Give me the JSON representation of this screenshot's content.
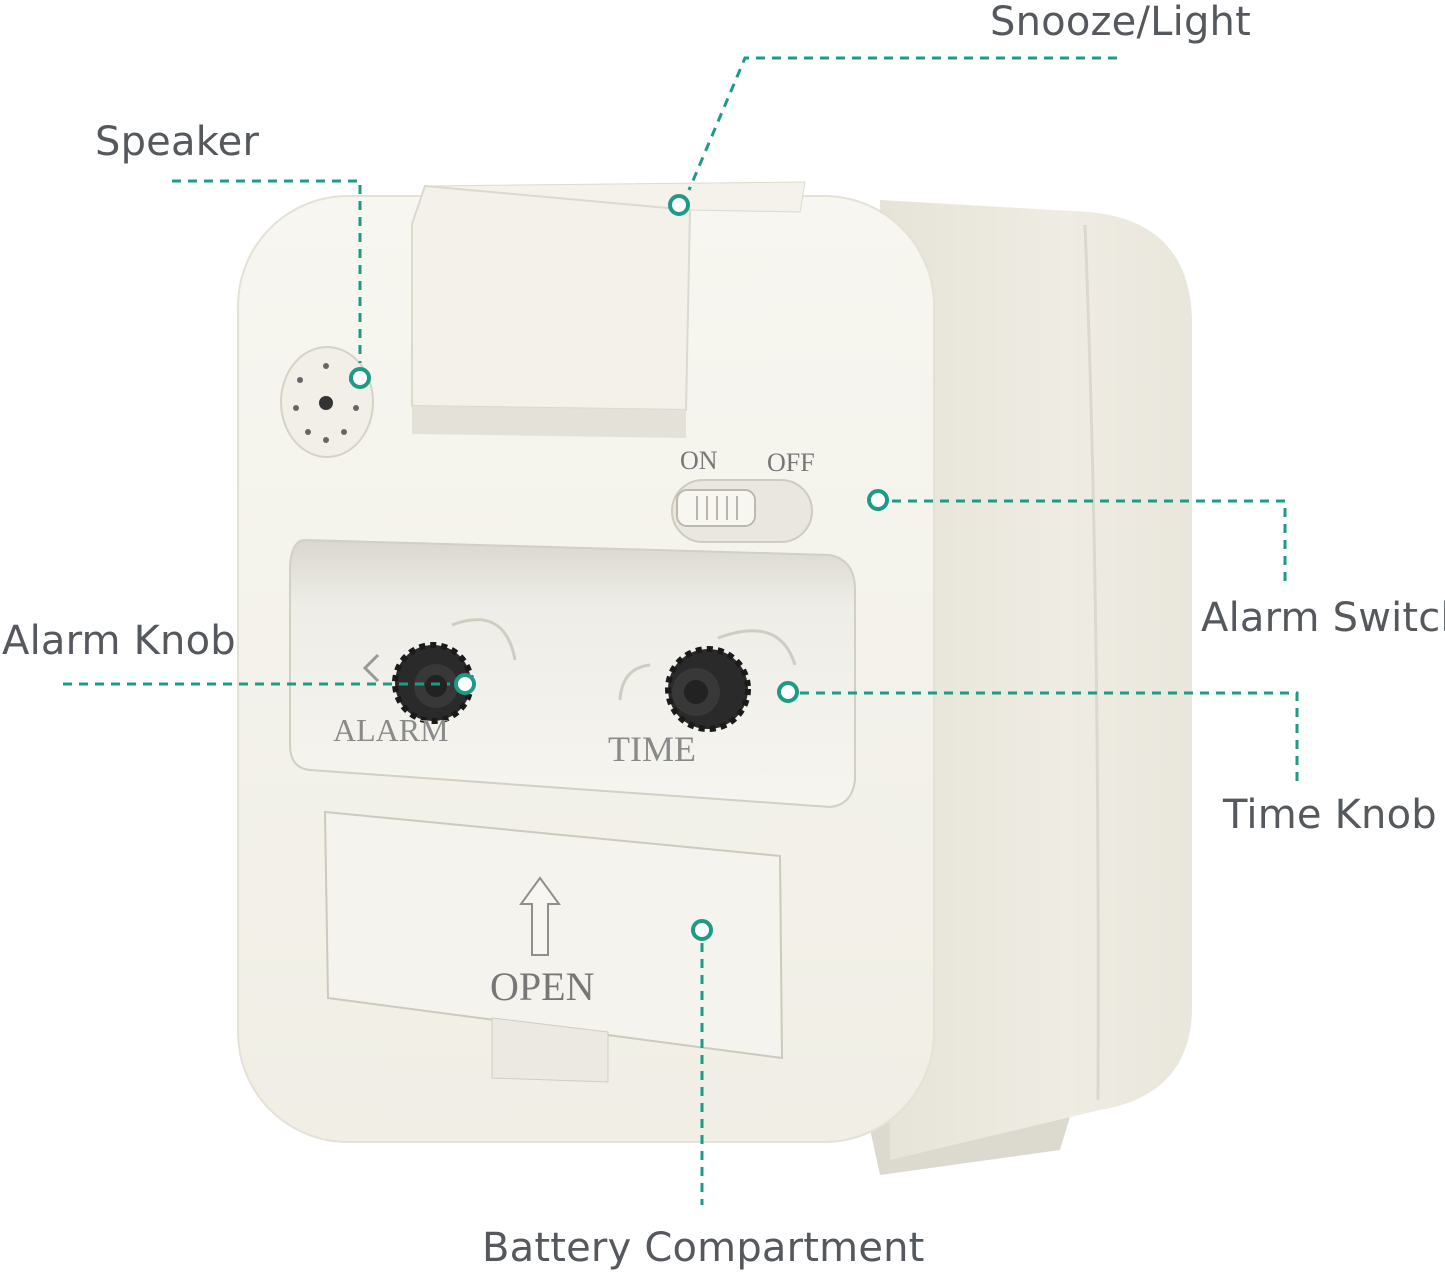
{
  "colors": {
    "accent": "#1f9a86",
    "body": "#f2f0e7",
    "knob": "#2a2a2a",
    "label_text": "#55595e"
  },
  "callouts": {
    "snooze_light": "Snooze/Light",
    "speaker": "Speaker",
    "alarm_switch": "Alarm Switch",
    "alarm_knob": "Alarm Knob",
    "time_knob": "Time Knob",
    "battery_compartment": "Battery Compartment"
  },
  "device": {
    "switch_on": "ON",
    "switch_off": "OFF",
    "alarm_label": "ALARM",
    "time_label": "TIME",
    "open_label": "OPEN"
  }
}
